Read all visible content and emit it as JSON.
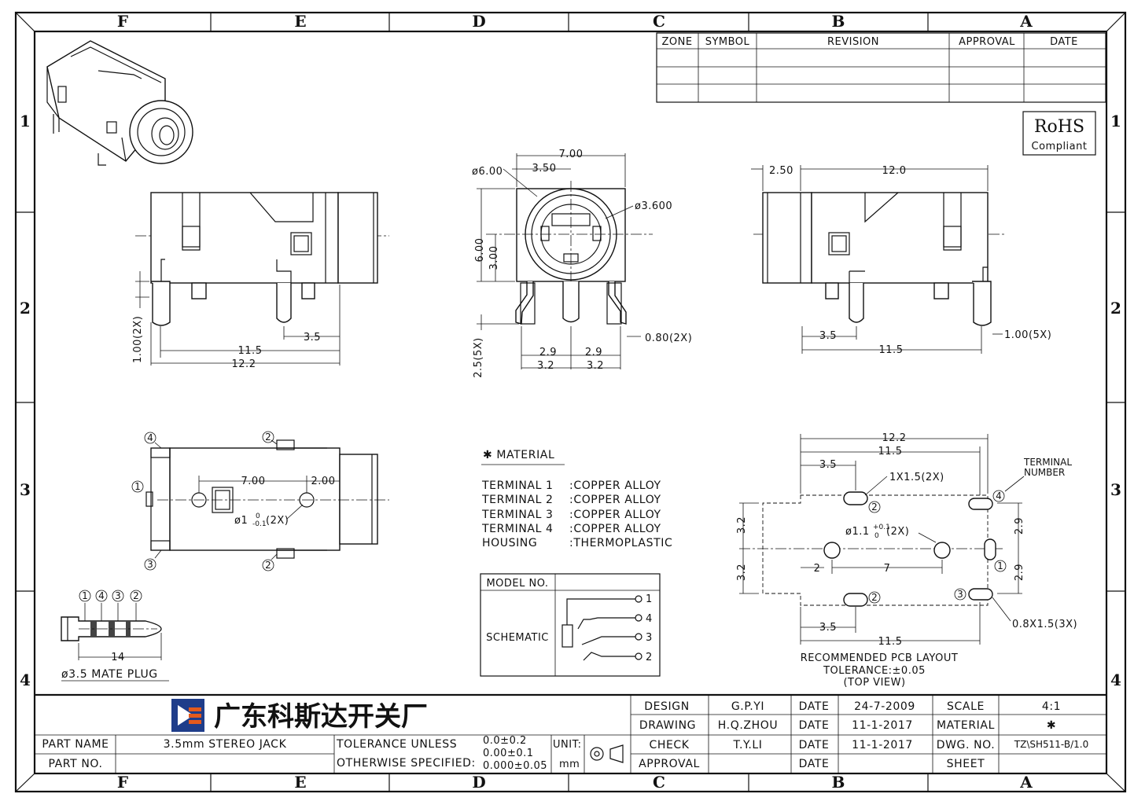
{
  "zones": {
    "cols": [
      "F",
      "E",
      "D",
      "C",
      "B",
      "A"
    ],
    "rows": [
      "1",
      "2",
      "3",
      "4"
    ]
  },
  "revision_table": {
    "headers": [
      "ZONE",
      "SYMBOL",
      "REVISION",
      "APPROVAL",
      "DATE"
    ]
  },
  "rohs": {
    "title": "RoHS",
    "subtitle": "Compliant"
  },
  "side_view": {
    "dim_1": "1.00(2X)",
    "dim_2": "11.5",
    "dim_3": "12.2",
    "dim_4": "3.5"
  },
  "front_view": {
    "d_width": "7.00",
    "d_dia": "ø6.00",
    "d_half": "3.50",
    "d_hole": "ø3.600",
    "d_h": "6.00",
    "d_hh": "3.00",
    "d_pin": "2.5(5X)",
    "d_29a": "2.9",
    "d_29b": "2.9",
    "d_32a": "3.2",
    "d_32b": "3.2",
    "d_thk": "0.80(2X)"
  },
  "rear_view": {
    "d_250": "2.50",
    "d_120": "12.0",
    "d_35": "3.5",
    "d_115": "11.5",
    "d_100": "1.00(5X)"
  },
  "top_view": {
    "n1": "1",
    "n2a": "2",
    "n2b": "2",
    "n3": "3",
    "n4": "4",
    "d_700": "7.00",
    "d_200": "2.00",
    "d_hole": "ø1",
    "d_tol_up": "0",
    "d_tol_dn": "-0.1",
    "d_suffix": "(2X)"
  },
  "plug": {
    "n1": "1",
    "n4": "4",
    "n3": "3",
    "n2": "2",
    "dim": "14",
    "caption": "ø3.5 MATE PLUG"
  },
  "material": {
    "title": "✱ MATERIAL",
    "rows": [
      {
        "item": "TERMINAL 1",
        "value": ":COPPER ALLOY"
      },
      {
        "item": "TERMINAL 2",
        "value": ":COPPER ALLOY"
      },
      {
        "item": "TERMINAL 3",
        "value": ":COPPER ALLOY"
      },
      {
        "item": "TERMINAL 4",
        "value": ":COPPER ALLOY"
      },
      {
        "item": "HOUSING",
        "value": ":THERMOPLASTIC"
      }
    ]
  },
  "model_box": {
    "model_label": "MODEL NO.",
    "schematic_label": "SCHEMATIC",
    "pins": [
      "1",
      "4",
      "3",
      "2"
    ]
  },
  "pcb": {
    "d_122": "12.2",
    "d_115": "11.5",
    "d_35": "3.5",
    "d_slot": "1X1.5(2X)",
    "label_1": "TERMINAL",
    "label_2": "NUMBER",
    "d_32a": "3.2",
    "d_32b": "3.2",
    "d_29a": "2.9",
    "d_29b": "2.9",
    "d_hole": "ø1.1",
    "d_tol_up": "+0.1",
    "d_tol_dn": "0",
    "d_suffix": "(2X)",
    "d_2": "2",
    "d_7": "7",
    "d_08": "0.8X1.5(3X)",
    "d_35b": "3.5",
    "d_115b": "11.5",
    "n1": "1",
    "n2a": "2",
    "n2b": "2",
    "n3": "3",
    "n4": "4",
    "caption_1": "RECOMMENDED PCB LAYOUT",
    "caption_2": "TOLERANCE:±0.05",
    "caption_3": "(TOP VIEW)"
  },
  "title_block": {
    "company": "广东科斯达开关厂",
    "part_name_label": "PART NAME",
    "part_name": "3.5mm STEREO JACK",
    "part_no_label": "PART NO.",
    "part_no": "",
    "tol_1": "TOLERANCE UNLESS",
    "tol_2": "OTHERWISE SPECIFIED:",
    "tol_v1": "0.0±0.2",
    "tol_v2": "0.00±0.1",
    "tol_v3": "0.000±0.05",
    "unit_label": "UNIT:",
    "unit": "mm",
    "design_label": "DESIGN",
    "design": "G.P.YI",
    "drawing_label": "DRAWING",
    "drawing": "H.Q.ZHOU",
    "check_label": "CHECK",
    "check": "T.Y.LI",
    "approval_label": "APPROVAL",
    "approval": "",
    "date_label": "DATE",
    "date_design": "24-7-2009",
    "date_drawing": "11-1-2017",
    "date_check": "11-1-2017",
    "date_approval": "",
    "scale_label": "SCALE",
    "scale": "4:1",
    "material_label": "MATERIAL",
    "material": "✱",
    "dwg_label": "DWG. NO.",
    "dwg": "TZ\\SH511-B/1.0",
    "sheet_label": "SHEET",
    "sheet": ""
  }
}
